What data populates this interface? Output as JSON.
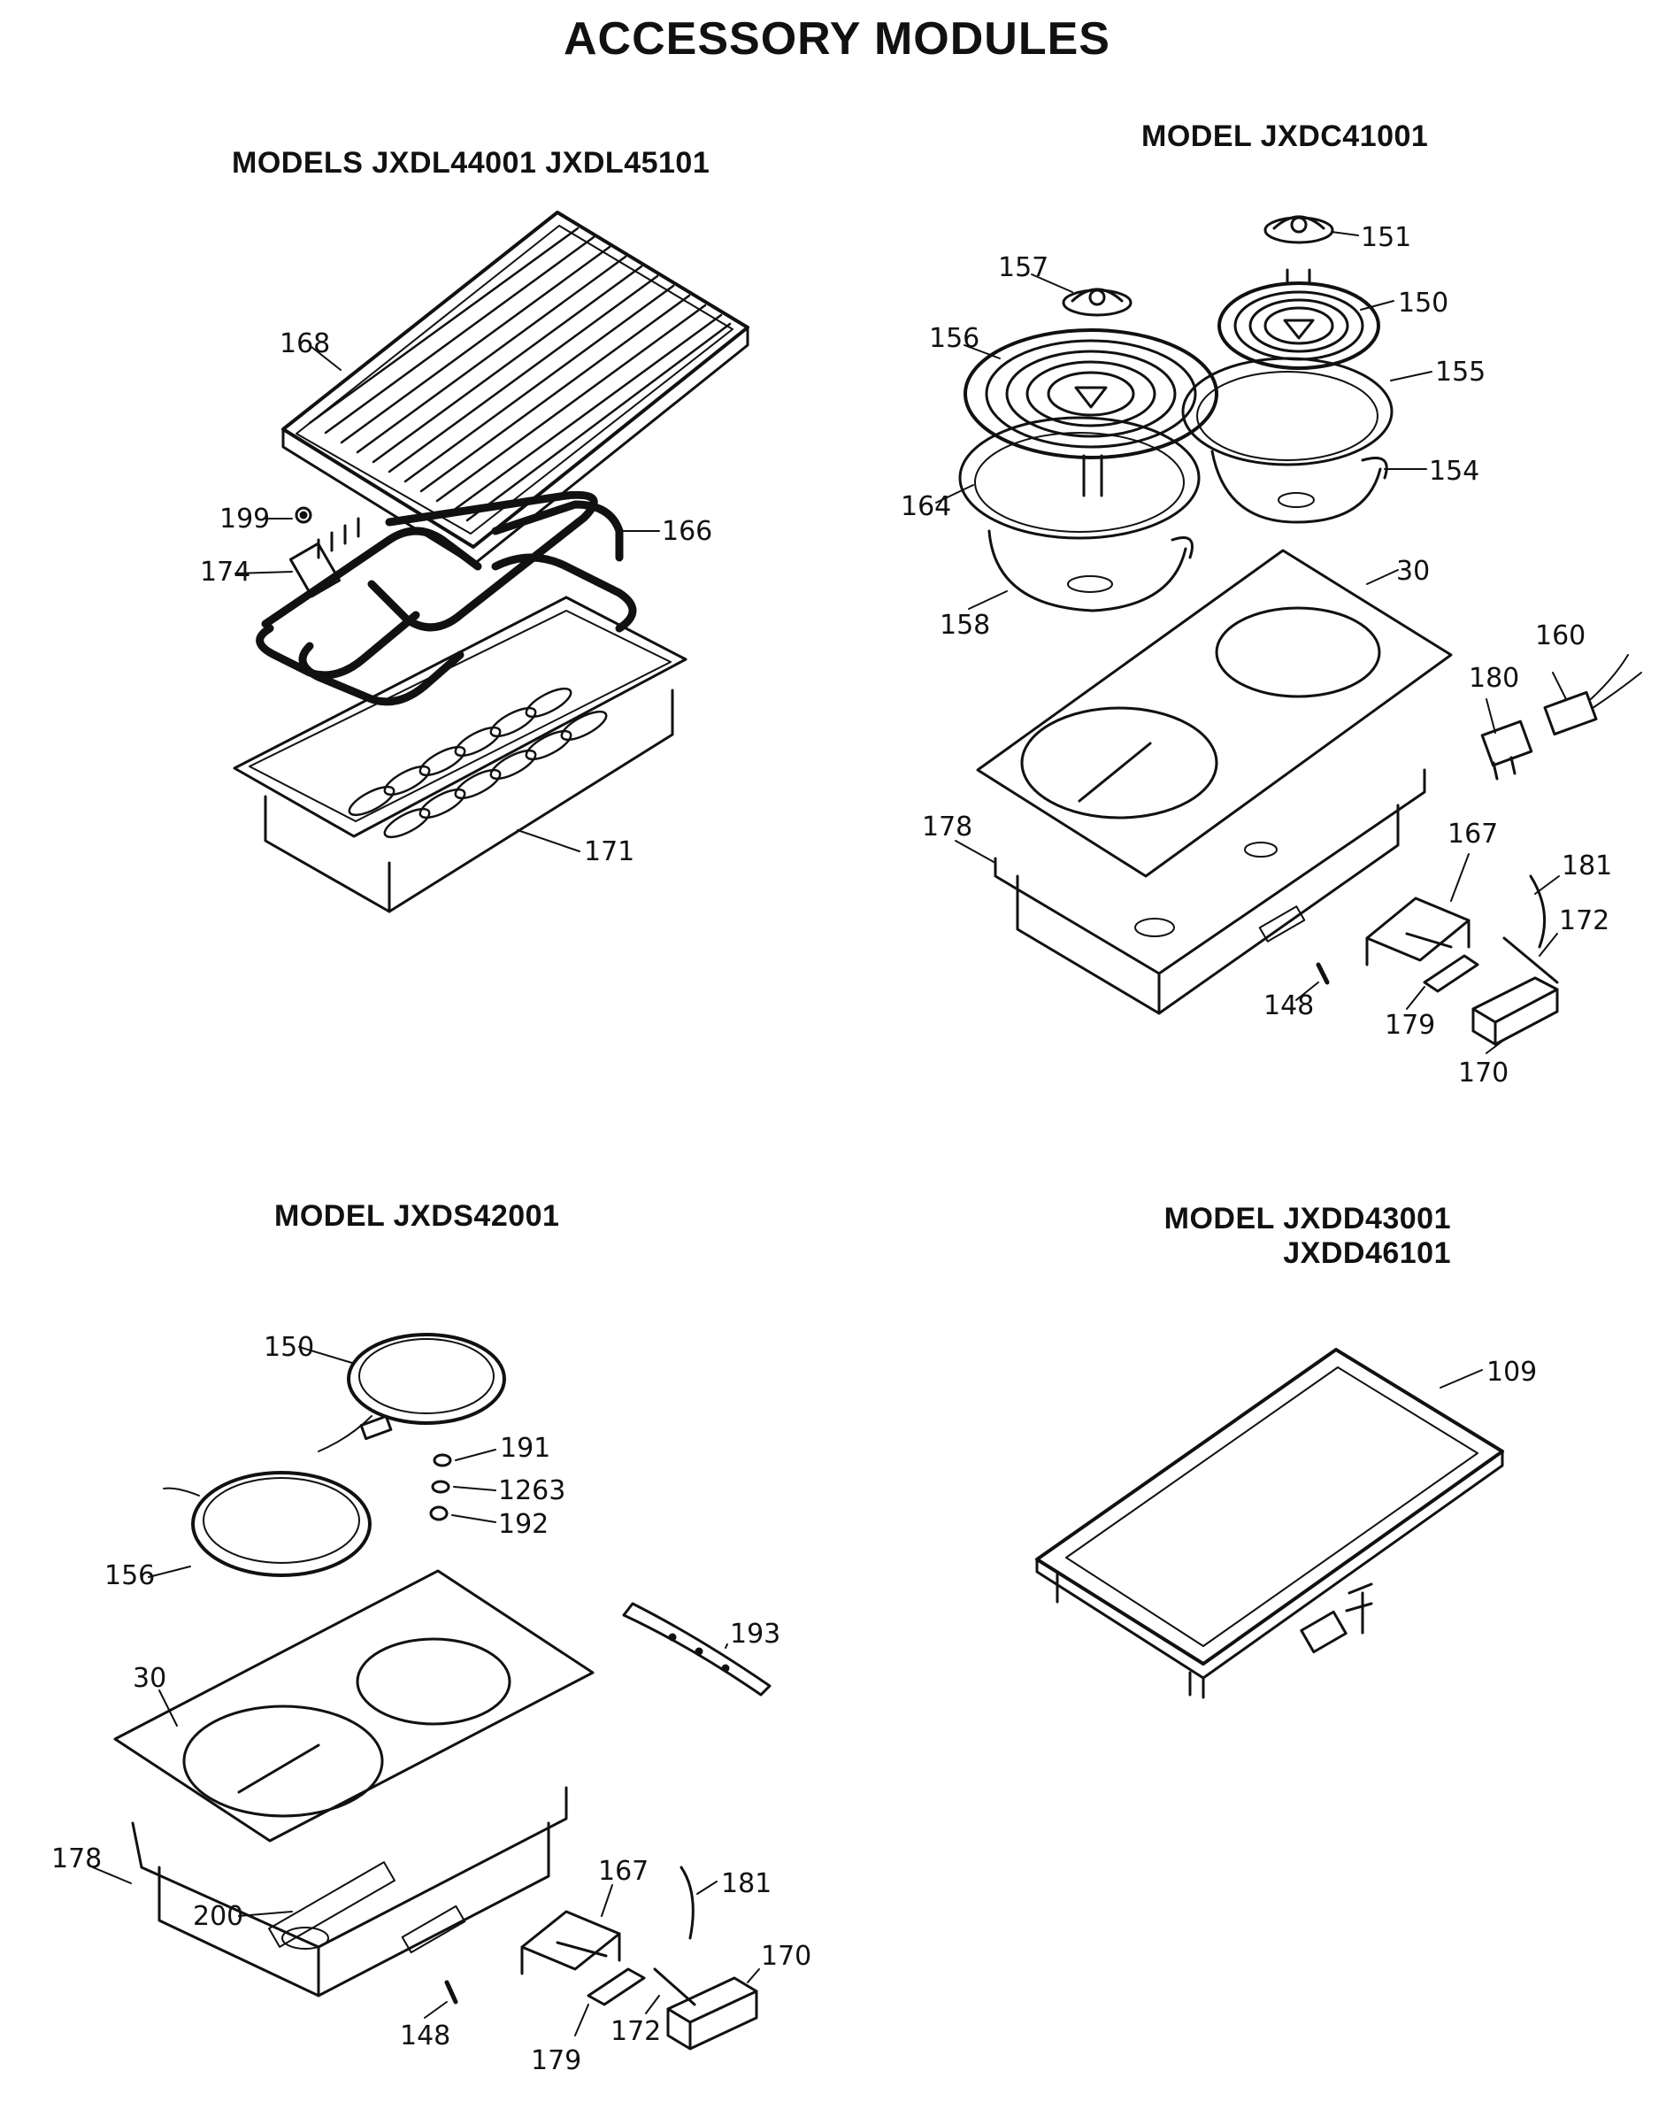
{
  "page_title": "ACCESSORY MODULES",
  "sections": {
    "grill": {
      "heading_lines": [
        "MODELS JXDL44001  JXDL45101"
      ],
      "callouts": [
        "168",
        "199",
        "166",
        "174",
        "171"
      ]
    },
    "coil": {
      "heading_lines": [
        "MODEL JXDC41001"
      ],
      "callouts": [
        "151",
        "157",
        "150",
        "156",
        "155",
        "164",
        "154",
        "30",
        "158",
        "160",
        "180",
        "178",
        "167",
        "181",
        "172",
        "148",
        "179",
        "170"
      ]
    },
    "radiant": {
      "heading_lines": [
        "MODEL JXDS42001"
      ],
      "callouts": [
        "150",
        "191",
        "1263",
        "192",
        "156",
        "193",
        "30",
        "178",
        "167",
        "181",
        "170",
        "200",
        "148",
        "179",
        "172"
      ]
    },
    "griddle": {
      "heading_lines": [
        "MODEL JXDD43001",
        "JXDD46101"
      ],
      "callouts": [
        "109"
      ]
    }
  }
}
